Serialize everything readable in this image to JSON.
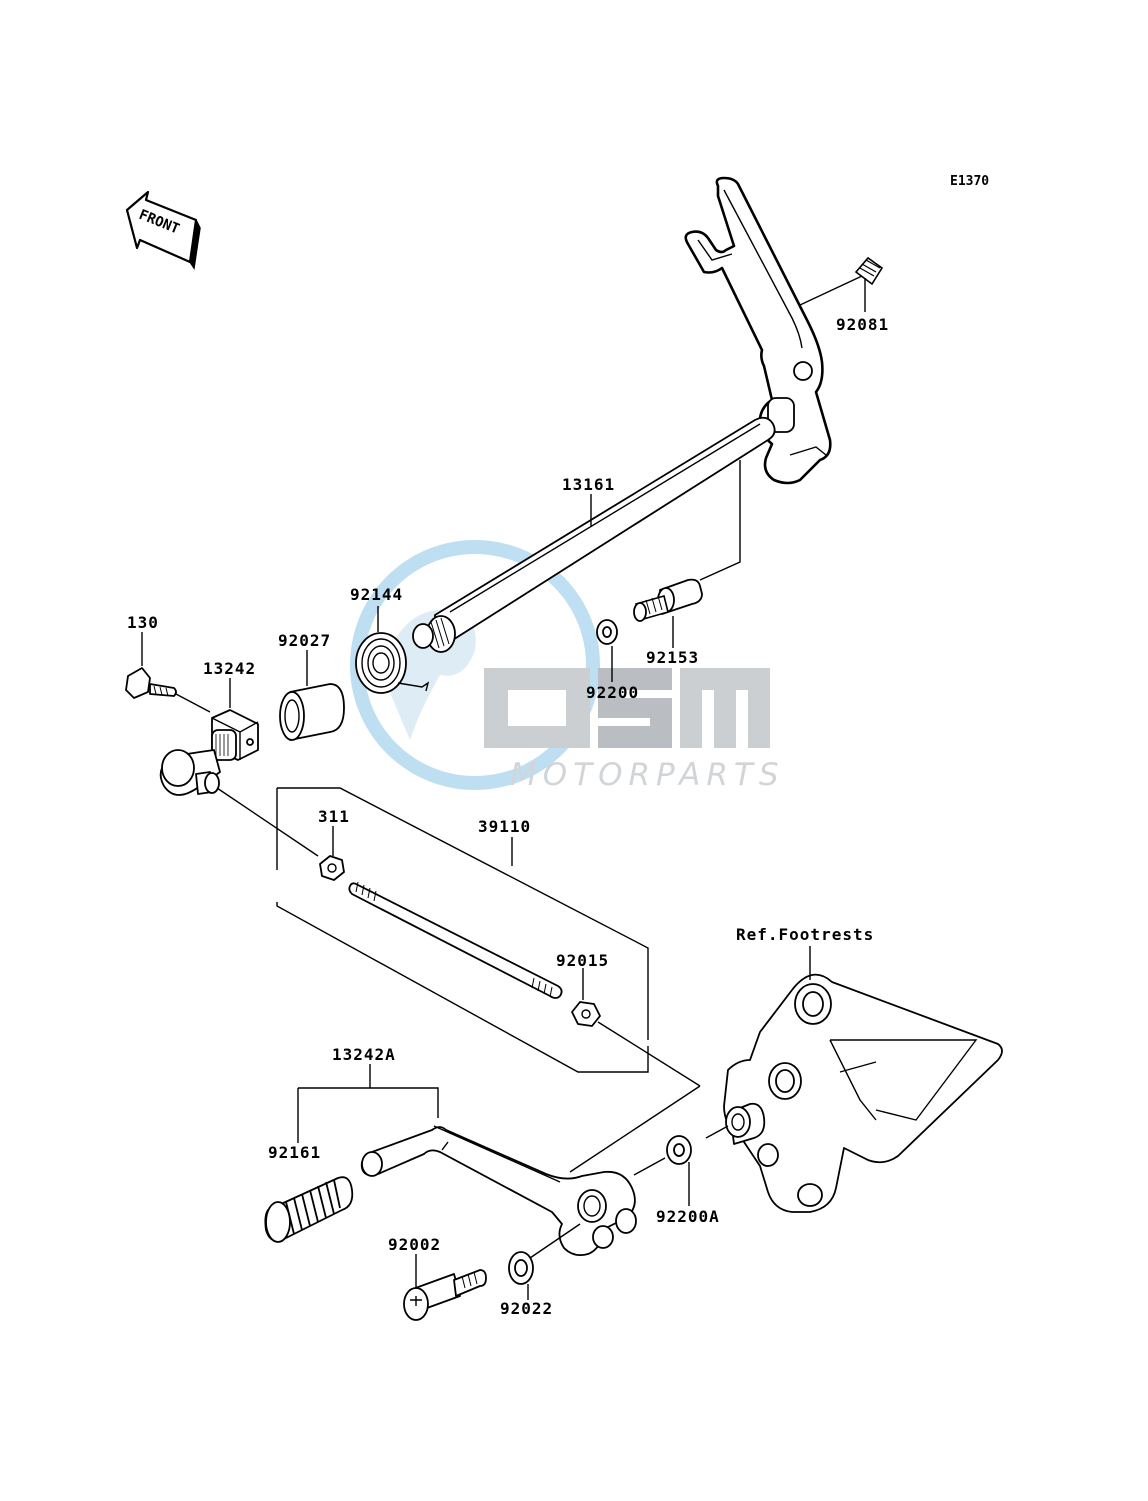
{
  "diagram_code": "E1370",
  "front_label": "FRONT",
  "reference_label": "Ref.Footrests",
  "watermark": {
    "brand": "OEM",
    "subtitle": "MOTORPARTS"
  },
  "parts": {
    "p92081": "92081",
    "p13161": "13161",
    "p92144": "92144",
    "p92153": "92153",
    "p130": "130",
    "p92027": "92027",
    "p13242": "13242",
    "p92200": "92200",
    "p311": "311",
    "p39110": "39110",
    "p92015": "92015",
    "p13242A": "13242A",
    "p92161": "92161",
    "p92002": "92002",
    "p92022": "92022",
    "p92200A": "92200A"
  }
}
